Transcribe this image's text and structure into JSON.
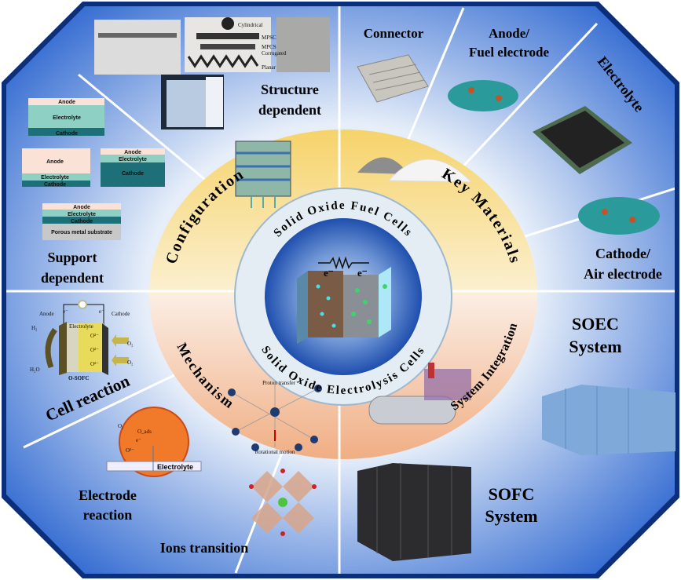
{
  "center": {
    "top_title": "Solid Oxide Fuel Cells",
    "bottom_title": "Solid Oxide Electrolysis Cells",
    "electron_labels": [
      "e⁻",
      "e⁻"
    ]
  },
  "ring": {
    "configuration": "Configuration",
    "key_materials": "Key Materials",
    "mechanism": "Mechanism",
    "system_integration": "System Integration"
  },
  "sectors": {
    "structure": [
      "Structure",
      "dependent"
    ],
    "structure_image_labels": [
      "Cylindrical",
      "MPSC",
      "MPCS",
      "Corrugated",
      "Planar"
    ],
    "support": [
      "Support",
      "dependent"
    ],
    "connector": "Connector",
    "anode": [
      "Anode/",
      "Fuel electrode"
    ],
    "electrolyte": "Electrolyte",
    "cathode": [
      "Cathode/",
      "Air electrode"
    ],
    "soec": [
      "SOEC",
      "System"
    ],
    "sofc": [
      "SOFC",
      "System"
    ],
    "ions": "Ions transition",
    "electrode_reaction": [
      "Electrode",
      "reaction"
    ],
    "cell_reaction": "Cell reaction"
  },
  "layers": {
    "anode": "Anode",
    "electrolyte": "Electrolyte",
    "cathode": "Cathode",
    "substrate": "Porous metal substrate"
  },
  "cell_diagram": {
    "anode": "Anode",
    "cathode": "Cathode",
    "electrolyte": "Electrolyte",
    "h2": "H₂",
    "h2o": "H₂O",
    "o2": "O₂",
    "ion": "O²⁻",
    "electron": "e⁻",
    "caption": "O-SOFC"
  },
  "electrode_diagram": {
    "o2": "O₂",
    "oads": "O_ads",
    "electron": "e⁻",
    "ion": "O²⁻",
    "electrolyte": "Electrolyte"
  },
  "mechanism_image": {
    "top": "Proton transfer",
    "bottom": "Rotational motion"
  },
  "colors": {
    "frame": "#1b5ad6",
    "frame_border": "#0b2f7a",
    "ring_top": "#f3d77a",
    "ring_bottom": "#f0b894",
    "center": "#2b58b5"
  }
}
